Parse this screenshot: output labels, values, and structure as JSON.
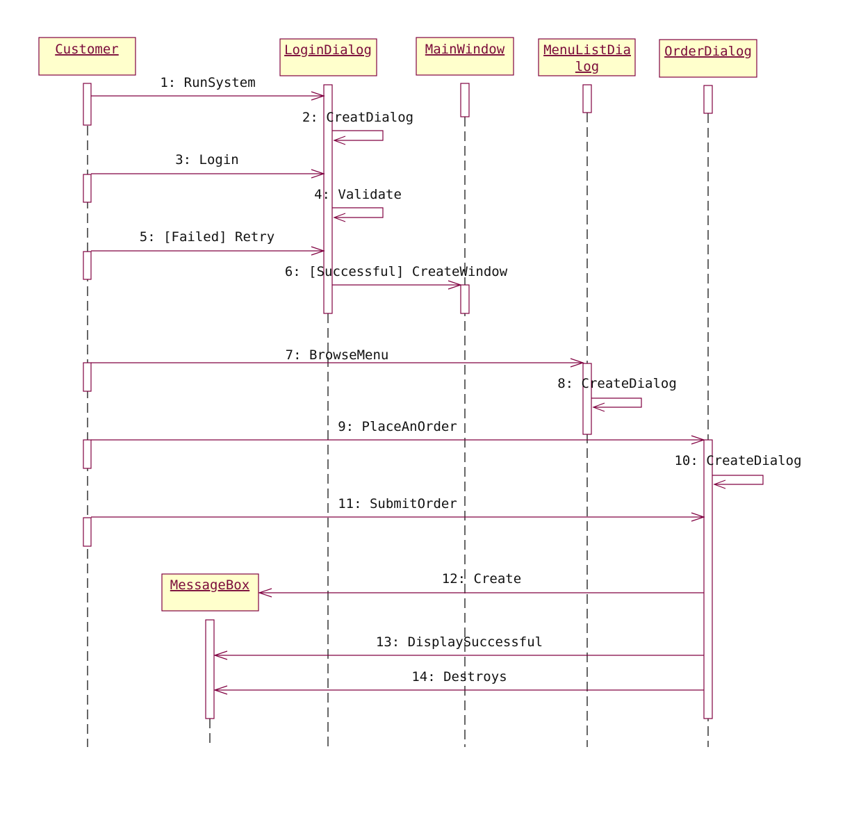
{
  "colors": {
    "line": "#800040",
    "object_fill": "#ffffcc",
    "activation_fill": "#ffffff",
    "object_text": "#7a0a3a",
    "message_text": "#111111"
  },
  "objects": [
    {
      "id": "customer",
      "label": "Customer"
    },
    {
      "id": "logindialog",
      "label": "LoginDialog"
    },
    {
      "id": "mainwindow",
      "label": "MainWindow"
    },
    {
      "id": "menulistdialog",
      "label_line1": "MenuListDia",
      "label_line2": "log"
    },
    {
      "id": "orderdialog",
      "label": "OrderDialog"
    },
    {
      "id": "messagebox",
      "label": "MessageBox"
    }
  ],
  "messages": [
    {
      "seq": 1,
      "label": "1: RunSystem",
      "from": "Customer",
      "to": "LoginDialog"
    },
    {
      "seq": 2,
      "label": "2: CreatDialog",
      "from": "LoginDialog",
      "to": "LoginDialog"
    },
    {
      "seq": 3,
      "label": "3: Login",
      "from": "Customer",
      "to": "LoginDialog"
    },
    {
      "seq": 4,
      "label": "4: Validate",
      "from": "LoginDialog",
      "to": "LoginDialog"
    },
    {
      "seq": 5,
      "label": "5: [Failed] Retry",
      "from": "Customer",
      "to": "LoginDialog"
    },
    {
      "seq": 6,
      "label": "6: [Successful] CreateWindow",
      "from": "LoginDialog",
      "to": "MainWindow"
    },
    {
      "seq": 7,
      "label": "7: BrowseMenu",
      "from": "Customer",
      "to": "MenuListDialog"
    },
    {
      "seq": 8,
      "label": "8: CreateDialog",
      "from": "MenuListDialog",
      "to": "MenuListDialog"
    },
    {
      "seq": 9,
      "label": "9: PlaceAnOrder",
      "from": "Customer",
      "to": "OrderDialog"
    },
    {
      "seq": 10,
      "label": "10: CreateDialog",
      "from": "OrderDialog",
      "to": "OrderDialog"
    },
    {
      "seq": 11,
      "label": "11: SubmitOrder",
      "from": "Customer",
      "to": "OrderDialog"
    },
    {
      "seq": 12,
      "label": "12: Create",
      "from": "OrderDialog",
      "to": "MessageBox"
    },
    {
      "seq": 13,
      "label": "13: DisplaySuccessful",
      "from": "OrderDialog",
      "to": "MessageBox"
    },
    {
      "seq": 14,
      "label": "14: Destroys",
      "from": "OrderDialog",
      "to": "MessageBox"
    }
  ]
}
